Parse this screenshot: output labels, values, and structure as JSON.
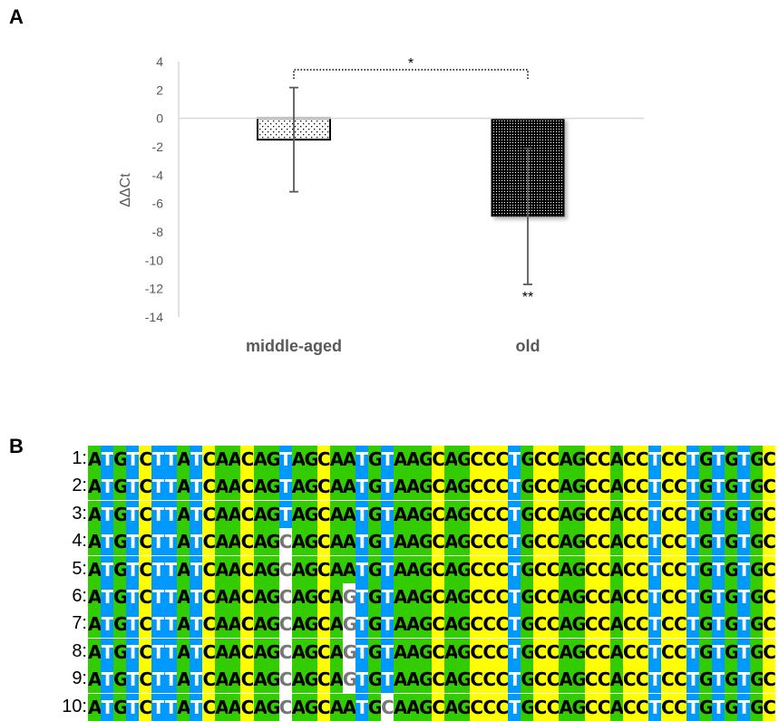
{
  "panels": {
    "a_label": "A",
    "b_label": "B"
  },
  "chart_data": {
    "type": "bar",
    "title": "",
    "xlabel": "",
    "ylabel": "ΔΔCt",
    "ylim": [
      -14,
      4
    ],
    "yticks": [
      4,
      2,
      0,
      -2,
      -4,
      -6,
      -8,
      -10,
      -12,
      -14
    ],
    "grid": false,
    "categories": [
      "middle-aged",
      "old"
    ],
    "values": [
      -1.5,
      -6.9
    ],
    "error": [
      3.67,
      4.8
    ],
    "bar_patterns": [
      "sparse-dots",
      "dense-dots"
    ],
    "annotations": {
      "bracket_label": "*",
      "old_label": "**"
    }
  },
  "alignment": {
    "colors": {
      "A": "#33cc00",
      "G": "#33cc00",
      "C": "#ffff00",
      "T": "#0099ff",
      "mismatch": "#ffffff"
    },
    "rows": [
      {
        "label": "1:",
        "seq": "ATGTCTTATCAACAGTAGCAATGTAAGCAGCCCTGCCAGCCACCTCCTGTGTGC"
      },
      {
        "label": "2:",
        "seq": "ATGTCTTATCAACAGTAGCAATGTAAGCAGCCCTGCCAGCCACCTCCTGTGTGC"
      },
      {
        "label": "3:",
        "seq": "ATGTCTTATCAACAGTAGCAATGTAAGCAGCCCTGCCAGCCACCTCCTGTGTGC"
      },
      {
        "label": "4:",
        "seq": "ATGTCTTATCAACAGCAGCAATGTAAGCAGCCCTGCCAGCCACCTCCTGTGTGC"
      },
      {
        "label": "5:",
        "seq": "ATGTCTTATCAACAGCAGCAATGTAAGCAGCCCTGCCAGCCACCTCCTGTGTGC"
      },
      {
        "label": "6:",
        "seq": "ATGTCTTATCAACAGCAGCAGTGTAAGCAGCCCTGCCAGCCACCTCCTGTGTGC"
      },
      {
        "label": "7:",
        "seq": "ATGTCTTATCAACAGCAGCAGTGTAAGCAGCCCTGCCAGCCACCTCCTGTGTGC"
      },
      {
        "label": "8:",
        "seq": "ATGTCTTATCAACAGCAGCAGTGTAAGCAGCCCTGCCAGCCACCTCCTGTGTGC"
      },
      {
        "label": "9:",
        "seq": "ATGTCTTATCAACAGCAGCAGTGTAAGCAGCCCTGCCAGCCACCTCCTGTGTGC"
      },
      {
        "label": "10:",
        "seq": "ATGTCTTATCAACAGCAGCAATGCAAGCAGCCCTGCCAGCCACCTCCTGTGTGC"
      }
    ]
  }
}
